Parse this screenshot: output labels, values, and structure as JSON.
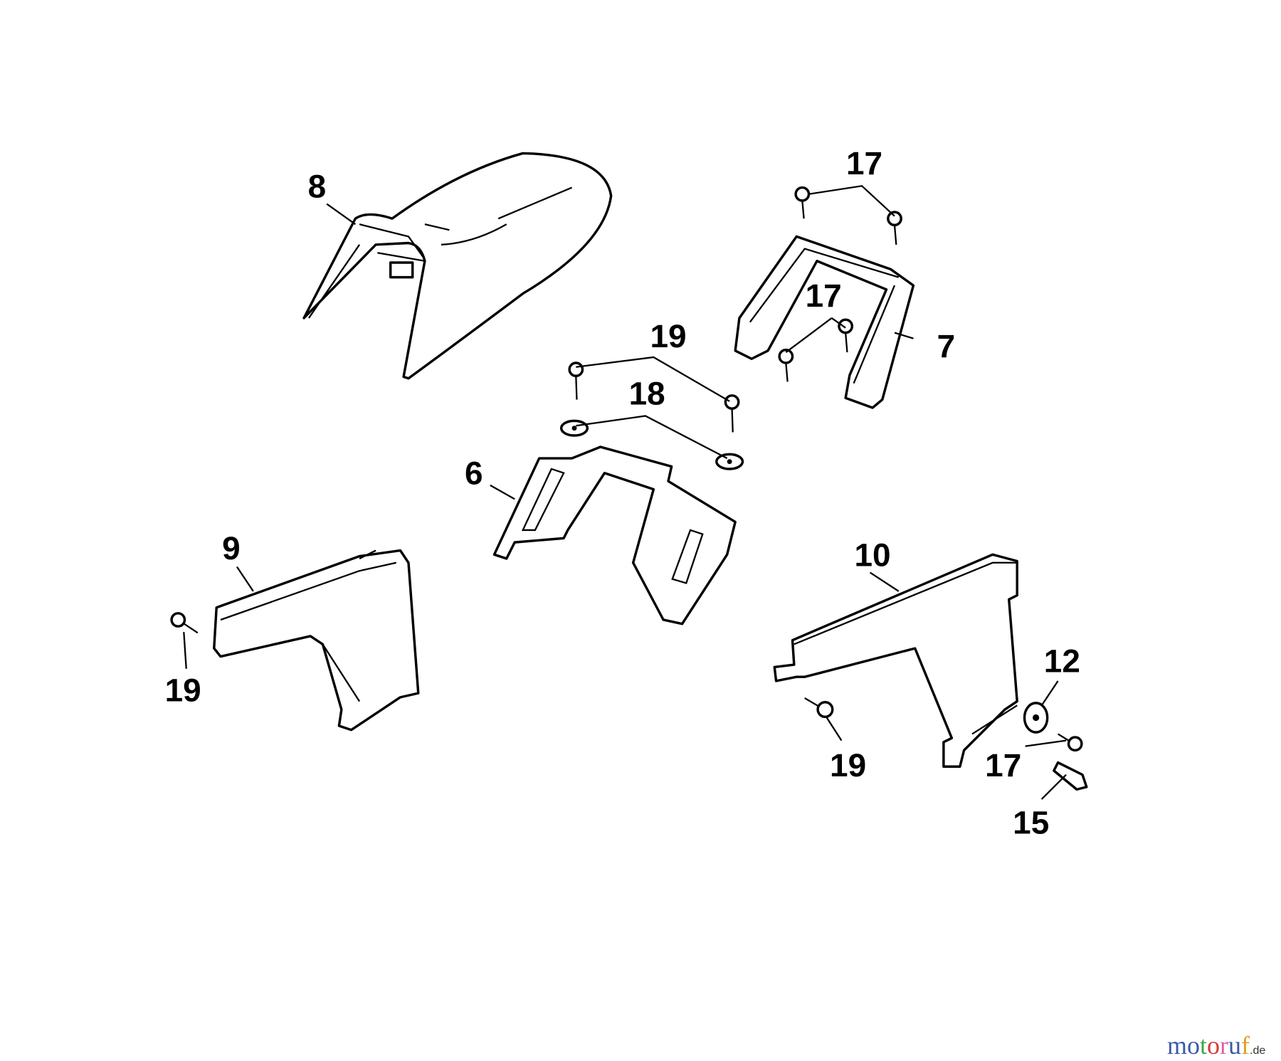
{
  "diagram": {
    "labels": {
      "seat": "8",
      "clip_top": "17",
      "clip_mid": "17",
      "bracket_7": "7",
      "bolt_top": "19",
      "washer": "18",
      "cover_6": "6",
      "cover_9": "9",
      "bolt_left": "19",
      "cover_10": "10",
      "washer_12": "12",
      "bolt_right": "19",
      "clip_right": "17",
      "bolt_15": "15"
    }
  },
  "watermark": {
    "text": "motoruf",
    "suffix": ".de",
    "colors": [
      "#3b5aa8",
      "#3b5aa8",
      "#3aa84a",
      "#d43a3a",
      "#e060a0",
      "#3b5aa8",
      "#e08020",
      "#e0c020"
    ]
  }
}
